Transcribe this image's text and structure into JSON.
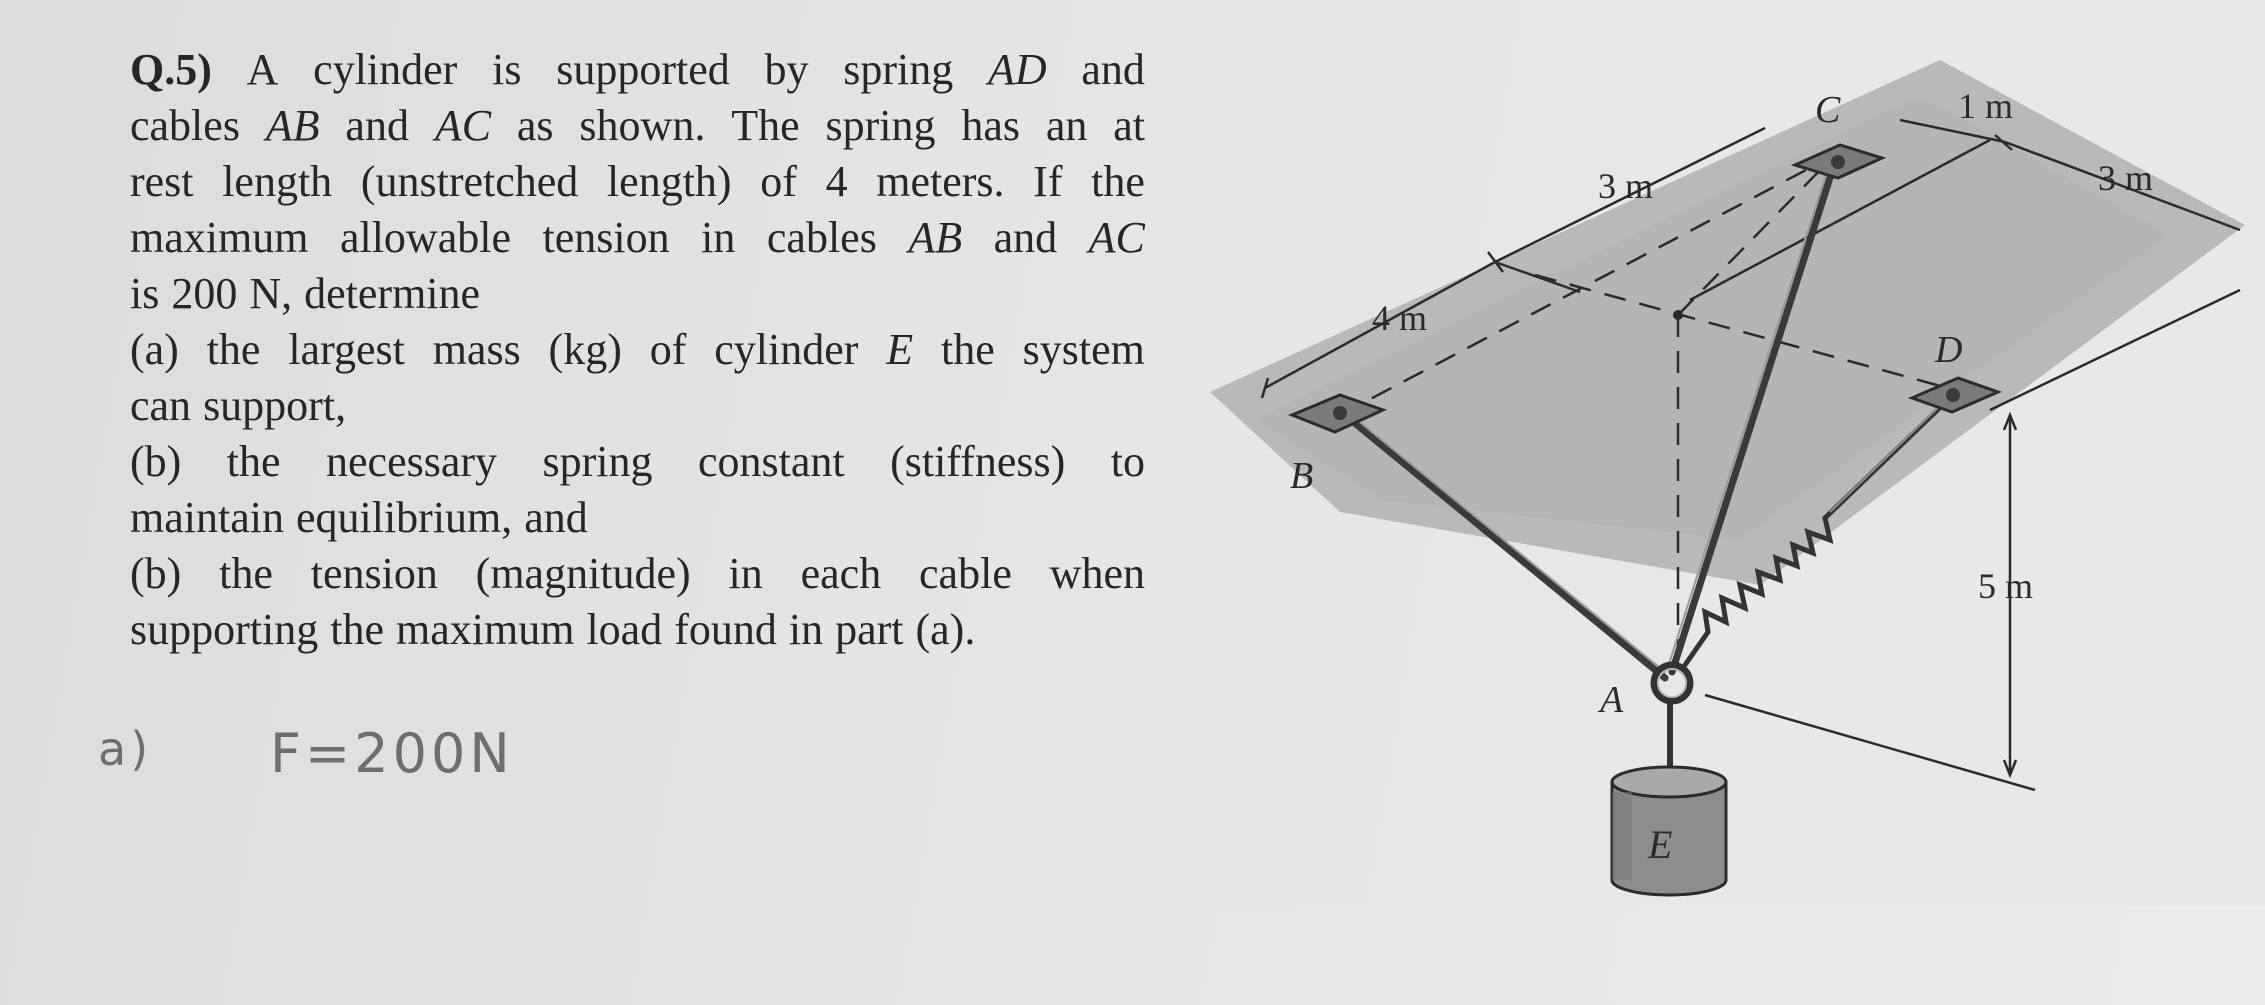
{
  "question": {
    "lines": [
      [
        "Q.5)",
        "A",
        "cylinder",
        "is",
        "supported",
        "by",
        "spring",
        "AD",
        "and"
      ],
      [
        "cables",
        "AB",
        "and",
        "AC",
        "as",
        "shown.",
        "The",
        "spring",
        "has",
        "an",
        "at"
      ],
      [
        "rest",
        "length",
        "(unstretched",
        "length)",
        "of",
        "4",
        "meters.",
        "If",
        "the"
      ],
      [
        "maximum",
        "allowable",
        "tension",
        "in",
        "cables",
        "AB",
        "and",
        "AC"
      ],
      [
        "is",
        "200",
        "N,",
        "determine"
      ],
      [
        "(a)",
        "the",
        "largest",
        "mass",
        "(kg)",
        "of",
        "cylinder",
        "E",
        "the",
        "system"
      ],
      [
        "can",
        "support,"
      ],
      [
        "(b)",
        "the",
        "necessary",
        "spring",
        "constant",
        "(stiffness)",
        "to"
      ],
      [
        "maintain",
        "equilibrium,",
        "and"
      ],
      [
        "(b)",
        "the",
        "tension",
        "(magnitude)",
        "in",
        "each",
        "cable",
        "when"
      ],
      [
        "supporting",
        "the",
        "maximum",
        "load",
        "found",
        "in",
        "part",
        "(a)."
      ]
    ]
  },
  "handwriting": {
    "part_label": "a)",
    "note": "F=200N"
  },
  "diagram": {
    "labels": {
      "B": "B",
      "C": "C",
      "D": "D",
      "A": "A",
      "E": "E",
      "dim_3m_left": "3 m",
      "dim_4m": "4 m",
      "dim_1m": "1 m",
      "dim_3m_right": "3 m",
      "dim_5m": "5 m"
    }
  }
}
